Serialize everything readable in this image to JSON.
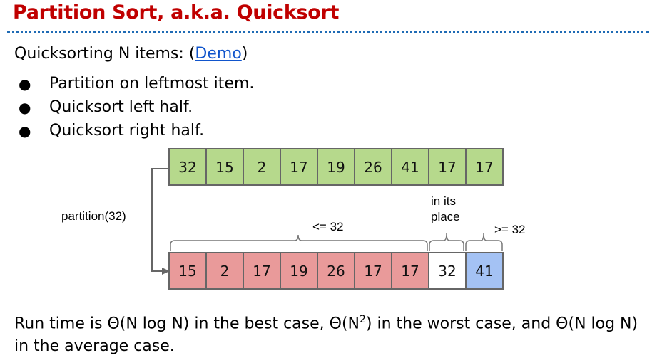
{
  "slide": {
    "title": "Partition Sort, a.k.a. Quicksort",
    "intro_prefix": "Quicksorting N items: (",
    "intro_link": "Demo",
    "intro_suffix": ")",
    "bullets": [
      "Partition on leftmost item.",
      "Quicksort left half.",
      "Quicksort right half."
    ],
    "bullet_glyph": "●"
  },
  "diagram": {
    "operation_label": "partition(32)",
    "before": {
      "values": [
        "32",
        "15",
        "2",
        "17",
        "19",
        "26",
        "41",
        "17",
        "17"
      ],
      "color": "#b6d98c"
    },
    "after": {
      "values": [
        "15",
        "2",
        "17",
        "19",
        "26",
        "17",
        "17",
        "32",
        "41"
      ],
      "colors": {
        "less_equal": "#e99a9a",
        "pivot": "#ffffff",
        "greater_equal": "#a4c2f4"
      }
    },
    "brace_labels": {
      "left": "<= 32",
      "pivot_line1": "in its",
      "pivot_line2": "place",
      "right": ">= 32"
    },
    "connector_color": "#666666"
  },
  "footer": {
    "text_part1": "Run time is Θ(N log N) in the best case, Θ(N",
    "superscript": "2",
    "text_part2": ") in the worst case, and Θ(N log N) in the average case."
  }
}
